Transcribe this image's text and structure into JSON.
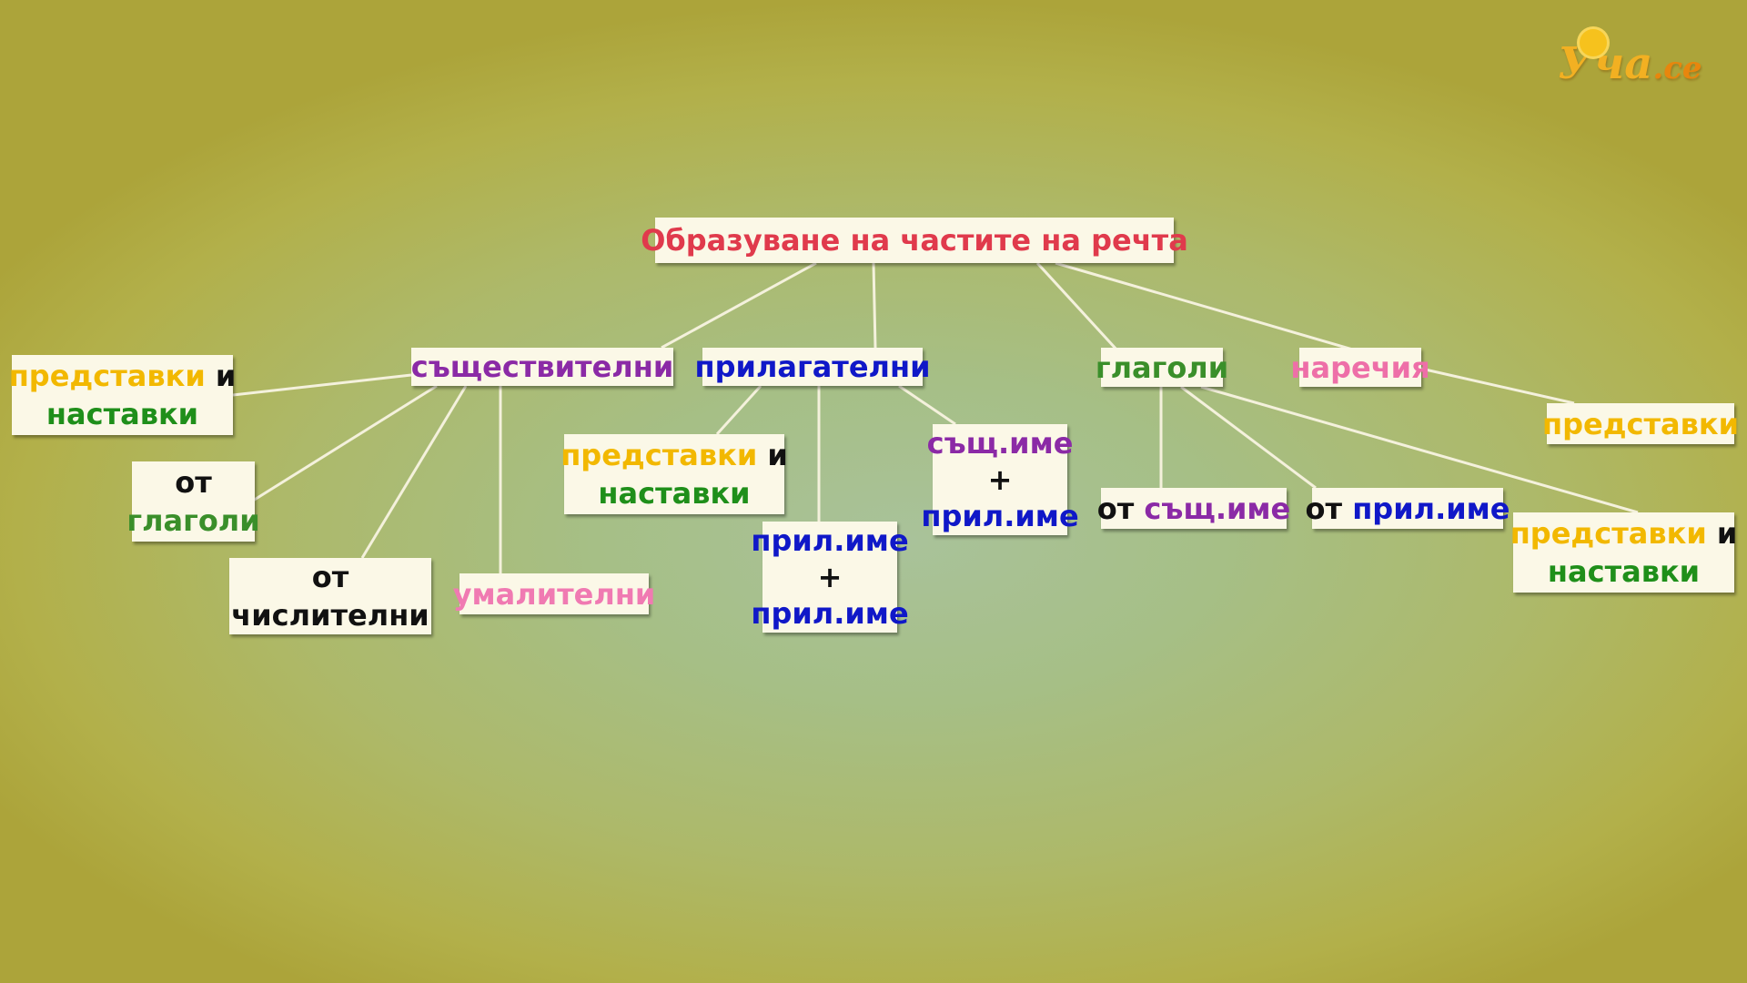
{
  "logo": {
    "text": "Уча",
    "suffix": ".се"
  },
  "colors": {
    "title": "#e03a4c",
    "noun": "#8b2aa6",
    "adjective": "#1018c8",
    "verb": "#3a8f2a",
    "adverb": "#ee6fa8",
    "prefix": "#f2b800",
    "suffix": "#1f8f1a",
    "black": "#111111",
    "diminutive": "#f07ab2"
  },
  "title": "Образуване на частите на речта",
  "categories": {
    "noun": "съществителни",
    "adjective": "прилагателни",
    "verb": "глаголи",
    "adverb": "наречия"
  },
  "words": {
    "prefixes": "представки",
    "and": "и",
    "suffixes": "наставки",
    "from": "от",
    "verbs": "глаголи",
    "numerals": "числителни",
    "diminutive": "умалителни",
    "adj_name": "прил.име",
    "noun_name": "същ.име",
    "plus": "+"
  }
}
